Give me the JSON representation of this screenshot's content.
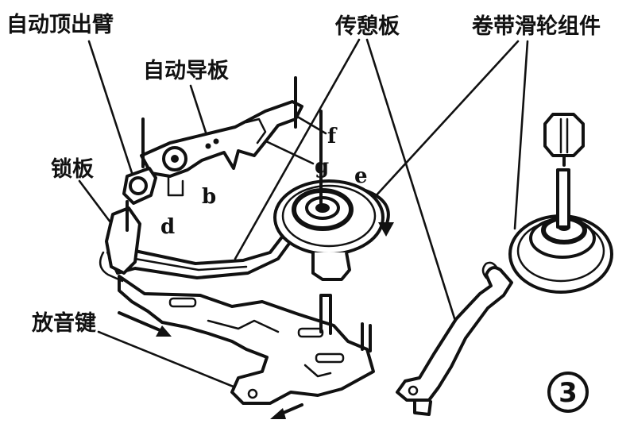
{
  "labels": {
    "auto_push_arm": "自动顶出臂",
    "auto_guide_plate": "自动导板",
    "lock_plate": "锁板",
    "play_key": "放音键",
    "transfer_plate": "传憩板",
    "reel_pulley_assembly": "卷带滑轮组件"
  },
  "letters": {
    "b": "b",
    "d": "d",
    "e": "e",
    "f": "f",
    "g": "g"
  },
  "figure_number": "3"
}
